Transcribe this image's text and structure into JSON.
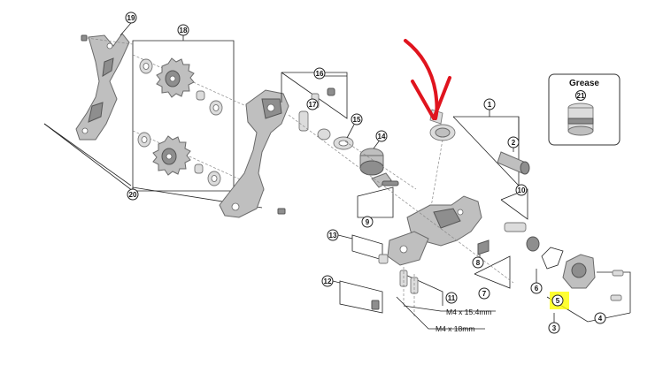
{
  "callouts": {
    "c1": "1",
    "c2": "2",
    "c3": "3",
    "c4": "4",
    "c5": "5",
    "c6": "6",
    "c7": "7",
    "c8": "8",
    "c9": "9",
    "c10": "10",
    "c11": "11",
    "c12": "12",
    "c13": "13",
    "c14": "14",
    "c15": "15",
    "c16": "16",
    "c17": "17",
    "c18": "18",
    "c19": "19",
    "c20": "20",
    "c21": "21"
  },
  "labels": {
    "bolt_a": "M4 x 15.4mm",
    "bolt_b": "M4 x 18mm"
  },
  "grease": {
    "title": "Grease",
    "number": "21"
  },
  "annotations": {
    "arrow_color": "#e0141e",
    "highlight_color": "#ffff00"
  }
}
